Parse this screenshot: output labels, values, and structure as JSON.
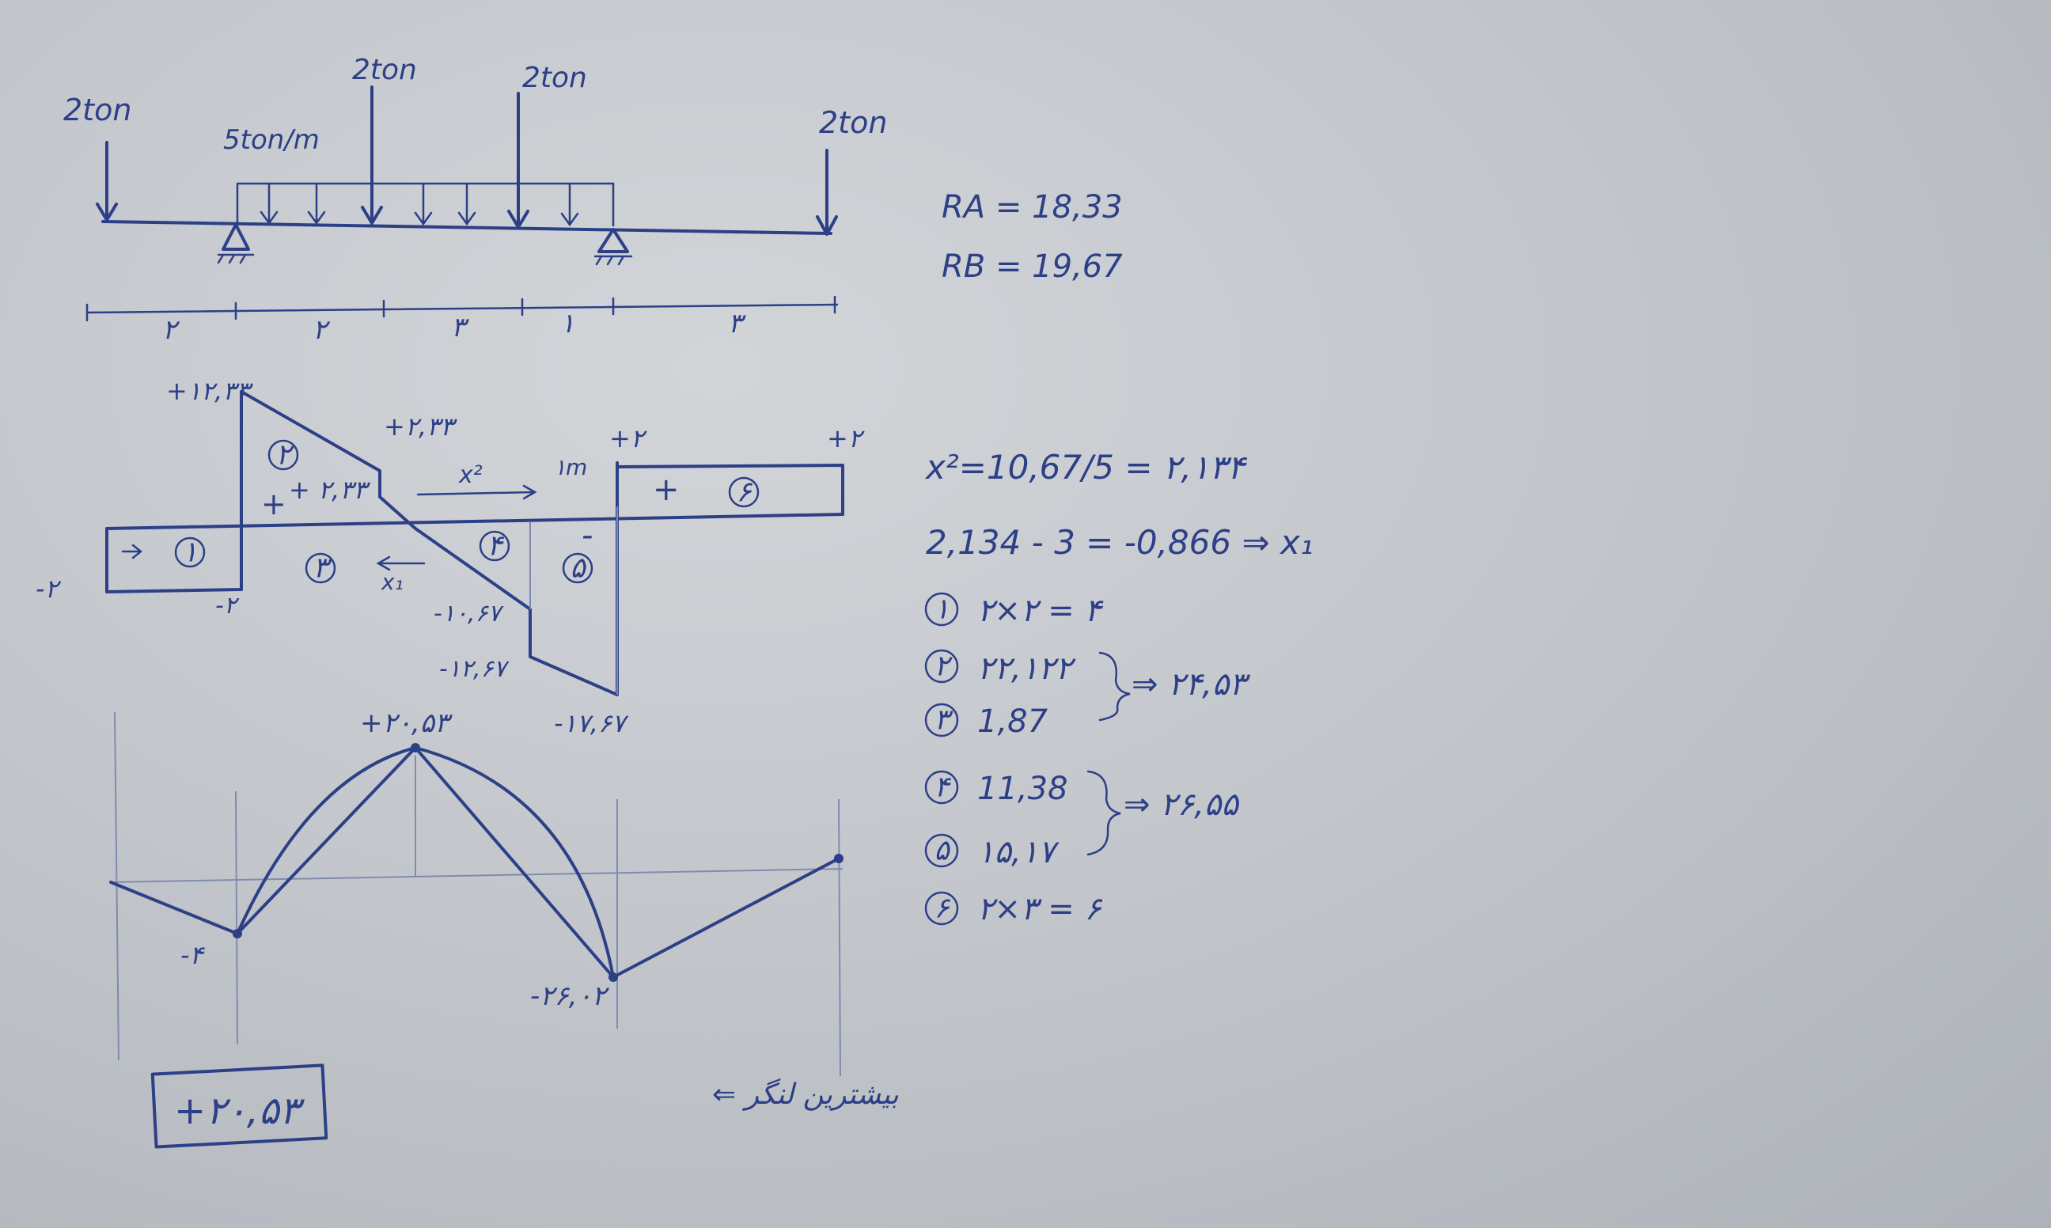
{
  "loads": {
    "left_point": "2ton",
    "distributed": "5ton/m",
    "mid_point_1": "2ton",
    "mid_point_2": "2ton",
    "right_point": "2ton"
  },
  "spans": [
    "۲",
    "۲",
    "۳",
    "۱",
    "۳"
  ],
  "reactions": {
    "ra": "RA = 18,33",
    "rb": "RB = 19,67"
  },
  "shear_labels": {
    "top_left": "+۱۲,۳۳",
    "upper_mid": "+۲,۳۳",
    "inner": "+ ۲,۳۳",
    "plus_sign": "+",
    "left_side": "-۲",
    "below_left": "-۲",
    "v1": "-۱۰,۶۷",
    "v2": "-۱۲,۶۷",
    "v3": "-۱۷,۶۷",
    "right_plus": "+۲",
    "right_far": "+۲",
    "x2": "x²",
    "x1": "x₁",
    "one_m": "۱m",
    "minus": "-",
    "plus2": "+",
    "region1": "۱",
    "region2": "۲",
    "region3": "۳",
    "region4": "۴",
    "region5": "۵",
    "region6": "۶",
    "region2b": "۲"
  },
  "moment_labels": {
    "peak": "+۲۰,۵۳",
    "left": "-۴",
    "right": "-۲۶,۰۲"
  },
  "calculations": {
    "line1": "x²=10,67/5 = ۲,۱۳۴",
    "line2": "2,134 - 3 = -0,866 ⇒ x₁",
    "item1_num": "۱",
    "item1": "۲×۲ = ۴",
    "item2_num": "۲",
    "item2": "۲۲,۱۲۲",
    "item3_num": "۳",
    "item3": "1,87",
    "sum1": "⇒ ۲۴,۵۳",
    "item4_num": "۴",
    "item4": "11,38",
    "item5_num": "۵",
    "item5": "۱۵,۱۷",
    "sum2": "⇒ ۲۶,۵۵",
    "item6_num": "۶",
    "item6": "۲×۳ = ۶"
  },
  "footer": {
    "result": "+۲۰,۵۳",
    "note": "بیشترین لنگر ⇐",
    "arrow": "⇐"
  }
}
